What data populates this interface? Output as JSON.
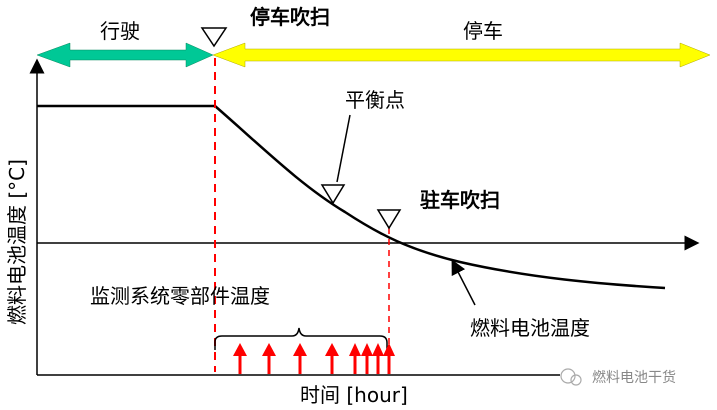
{
  "phases": {
    "driving": "行驶",
    "parking": "停车"
  },
  "events": {
    "shutdown_purge": "停车吹扫",
    "park_purge": "驻车吹扫",
    "equilibrium_point": "平衡点"
  },
  "axes": {
    "y_label": "燃料电池温度 [°C]",
    "x_label": "时间 [hour]"
  },
  "curves": {
    "fc_temperature": "燃料电池温度",
    "monitor_label": "监测系统零部件温度"
  },
  "watermark": "燃料电池干货",
  "colors": {
    "driving": "#00c896",
    "parking": "#ffff00",
    "marker": "#ff0000"
  }
}
